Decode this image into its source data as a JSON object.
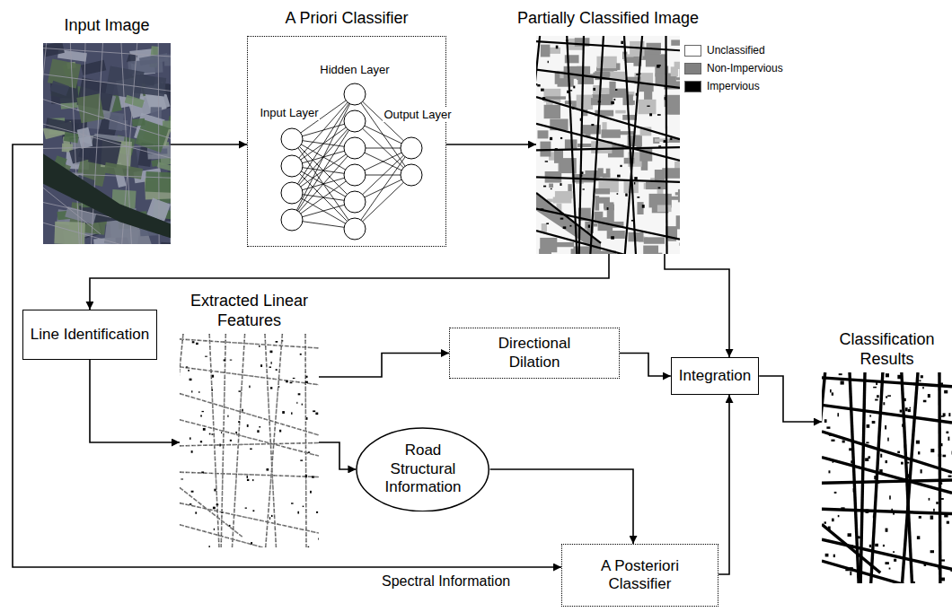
{
  "diagram": {
    "nodes": [
      {
        "text": [
          "Input Image"
        ]
      },
      {
        "text": [
          "A Priori Classifier",
          "Input Layer",
          "Hidden Layer",
          "Output Layer"
        ]
      },
      {
        "text": [
          "Partially Classified Image"
        ]
      },
      {
        "text": [
          "Line Identification"
        ]
      },
      {
        "text": [
          "Extracted Linear Features"
        ]
      },
      {
        "text": [
          "Directional Dilation"
        ]
      },
      {
        "text": [
          "Integration"
        ]
      },
      {
        "text": [
          "Road Structural Information"
        ]
      },
      {
        "text": [
          "A Posteriori Classifier"
        ]
      },
      {
        "text": [
          "Classification Results"
        ]
      }
    ],
    "edges": [
      {
        "from": 0,
        "to": 1,
        "arrow": "to"
      },
      {
        "from": 1,
        "to": 2,
        "arrow": "to"
      },
      {
        "from": 2,
        "to": 3,
        "arrow": "to"
      },
      {
        "from": 3,
        "to": 4,
        "arrow": "to"
      },
      {
        "from": 4,
        "to": 5,
        "arrow": "to"
      },
      {
        "from": 4,
        "to": 7,
        "arrow": "to"
      },
      {
        "from": 5,
        "to": 6,
        "arrow": "to"
      },
      {
        "from": 2,
        "to": 6,
        "arrow": "to"
      },
      {
        "from": 7,
        "to": 8,
        "arrow": "to"
      },
      {
        "from": 8,
        "to": 6,
        "arrow": "to"
      },
      {
        "from": 6,
        "to": 9,
        "arrow": "to"
      },
      {
        "from": 0,
        "to": 8,
        "label": "Spectral Information",
        "arrow": "to"
      }
    ],
    "legend": [
      {
        "text": "Unclassified",
        "color": "#ffffff"
      },
      {
        "text": "Non-Impervious",
        "color": "#808080"
      },
      {
        "text": "Impervious",
        "color": "#000000"
      }
    ]
  }
}
